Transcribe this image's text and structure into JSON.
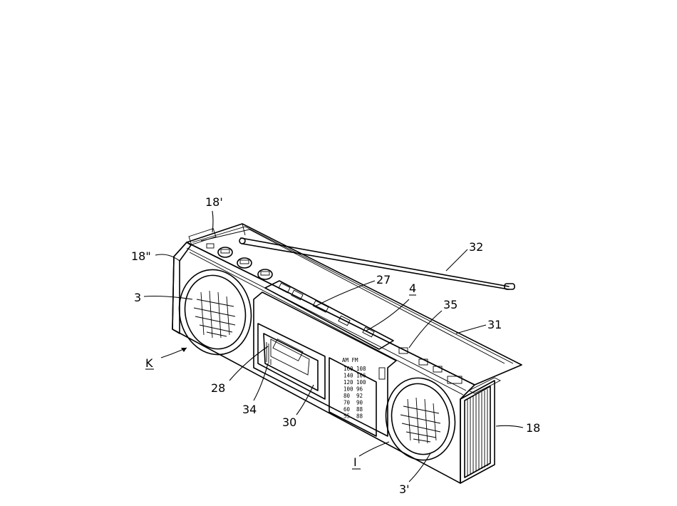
{
  "figure": {
    "labels": {
      "l18p": "18'",
      "l18pp": "18\"",
      "l3": "3",
      "lK": "K",
      "l28": "28",
      "l34": "34",
      "l30": "30",
      "l27": "27",
      "l4": "4",
      "l32": "32",
      "l35": "35",
      "l31": "31",
      "l18": "18",
      "l1": "I",
      "l3p": "3'"
    },
    "dial": {
      "header": "AM FM",
      "am": [
        "160",
        "140",
        "120",
        "100",
        "80",
        "70",
        "60",
        "55"
      ],
      "fm": [
        "108",
        "106",
        "100",
        "96",
        "92",
        "90",
        "88",
        "88"
      ]
    }
  }
}
